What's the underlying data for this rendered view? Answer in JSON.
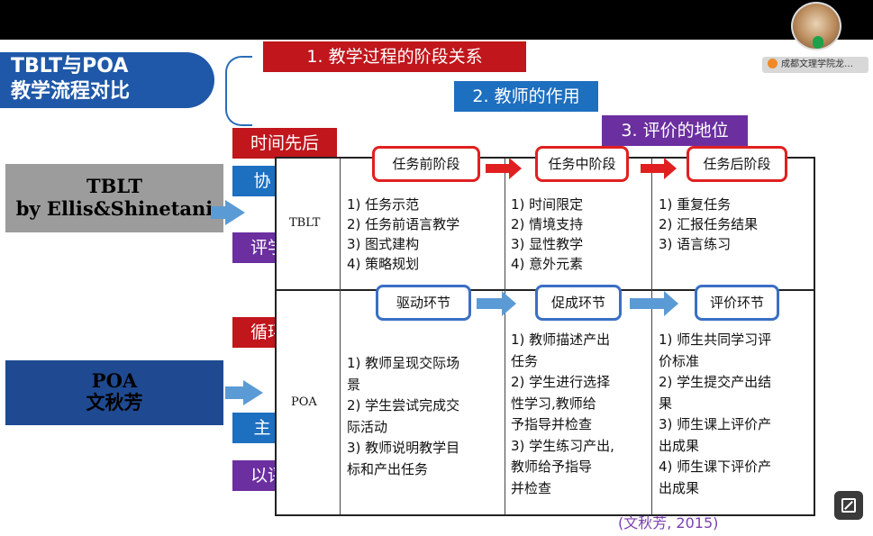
{
  "meeting": {
    "participant_name": "成都文理学院龙…"
  },
  "slide": {
    "title": [
      "TBLT与POA",
      "教学流程对比"
    ],
    "topics": [
      "1. 教学过程的阶段关系",
      "2. 教师的作用",
      "3. 评价的地位"
    ],
    "tblt": {
      "method_label": [
        "TBLT",
        "by Ellis&Shinetani"
      ],
      "tags": [
        "时间先后",
        "协 调 者",
        "评学分离"
      ],
      "row_label": "TBLT",
      "stages": [
        "任务前阶段",
        "任务中阶段",
        "任务后阶段"
      ],
      "pre": [
        "1) 任务示范",
        "2) 任务前语言教学",
        "3) 图式建构",
        "4) 策略规划"
      ],
      "during": [
        "1) 时间限定",
        "2) 情境支持",
        "3) 显性教学",
        "4) 意外元素"
      ],
      "post": [
        "1) 重复任务",
        "2) 汇报任务结果",
        "3) 语言练习"
      ]
    },
    "poa": {
      "method_label": [
        "POA",
        "文秋芳"
      ],
      "tags": [
        "循环迭代",
        "主 导 者",
        "以评促学"
      ],
      "row_label": "POA",
      "stages": [
        "驱动环节",
        "促成环节",
        "评价环节"
      ],
      "drive": [
        "1) 教师呈现交际场",
        "    景",
        "2) 学生尝试完成交",
        "    际活动",
        "3) 教师说明教学目",
        "    标和产出任务"
      ],
      "enable": [
        "1) 教师描述产出",
        "    任务",
        "2) 学生进行选择",
        "    性学习,教师给",
        "    予指导并检查",
        "3) 学生练习产出,",
        "    教师给予指导",
        "    并检查"
      ],
      "assess": [
        "1) 师生共同学习评",
        "    价标准",
        "2) 学生提交产出结",
        "    果",
        "3) 师生课上评价产",
        "    出成果",
        "4) 师生课下评价产",
        "    出成果"
      ]
    },
    "citation": "(文秋芳, 2015)"
  }
}
